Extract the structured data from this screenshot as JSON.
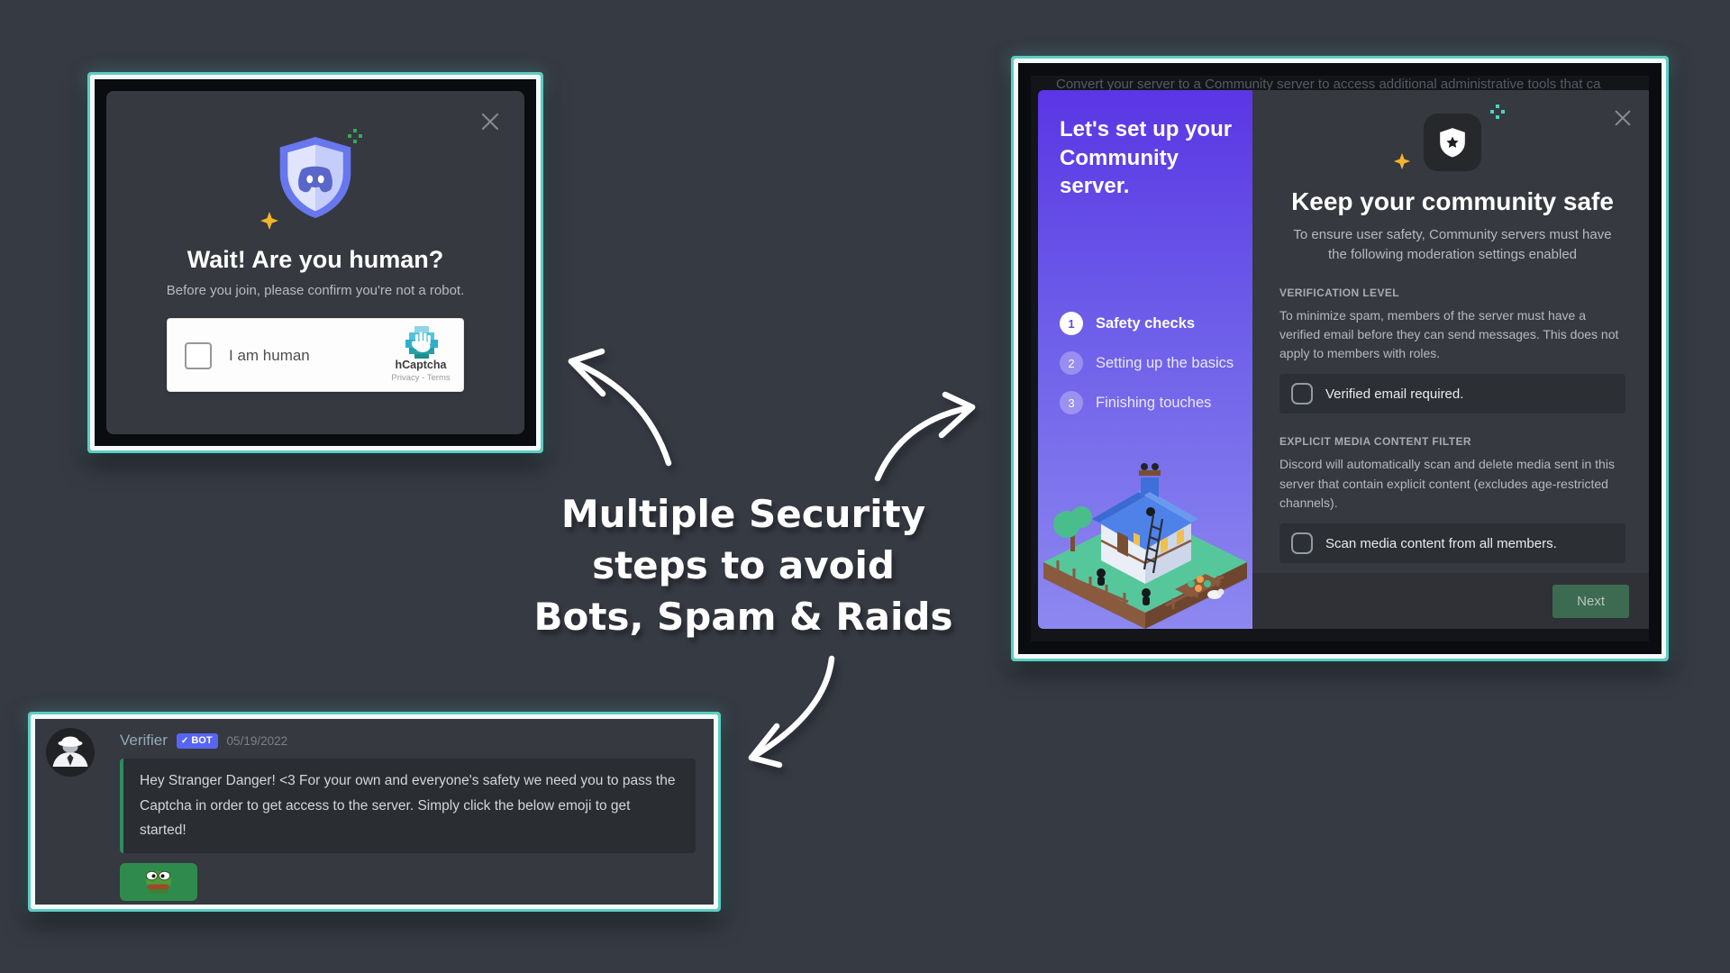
{
  "page": {
    "background": "#363a43",
    "frame_teal": "#5dcdc3",
    "frame_white": "#f4f9f9"
  },
  "headline": {
    "line1": "Multiple Security",
    "line2": "steps to avoid",
    "line3": "Bots, Spam & Raids"
  },
  "captcha_modal": {
    "title": "Wait! Are you human?",
    "subtitle": "Before you join, please confirm you're not a robot.",
    "hcaptcha": {
      "label": "I am human",
      "brand": "hCaptcha",
      "links": "Privacy - Terms"
    }
  },
  "community_modal": {
    "background_text": "Convert your server to a Community server to access additional administrative tools that ca",
    "sidebar": {
      "title": "Let's set up your Community server.",
      "steps": [
        {
          "num": "1",
          "label": "Safety checks"
        },
        {
          "num": "2",
          "label": "Setting up the basics"
        },
        {
          "num": "3",
          "label": "Finishing touches"
        }
      ]
    },
    "content": {
      "heading": "Keep your community safe",
      "subheading": "To ensure user safety, Community servers must have the following moderation settings enabled",
      "sections": [
        {
          "label": "VERIFICATION LEVEL",
          "description": "To minimize spam, members of the server must have a verified email before they can send messages. This does not apply to members with roles.",
          "checkbox_label": "Verified email required."
        },
        {
          "label": "EXPLICIT MEDIA CONTENT FILTER",
          "description": "Discord will automatically scan and delete media sent in this server that contain explicit content (excludes age-restricted channels).",
          "checkbox_label": "Scan media content from all members."
        }
      ],
      "next_label": "Next"
    }
  },
  "bot_message": {
    "username": "Verifier",
    "badge_check": "✓",
    "badge": "BOT",
    "timestamp": "05/19/2022",
    "text": "Hey Stranger Danger! <3 For your own and everyone's safety we need you to pass the Captcha in order to get access to the server. Simply click the below emoji to get started!"
  }
}
